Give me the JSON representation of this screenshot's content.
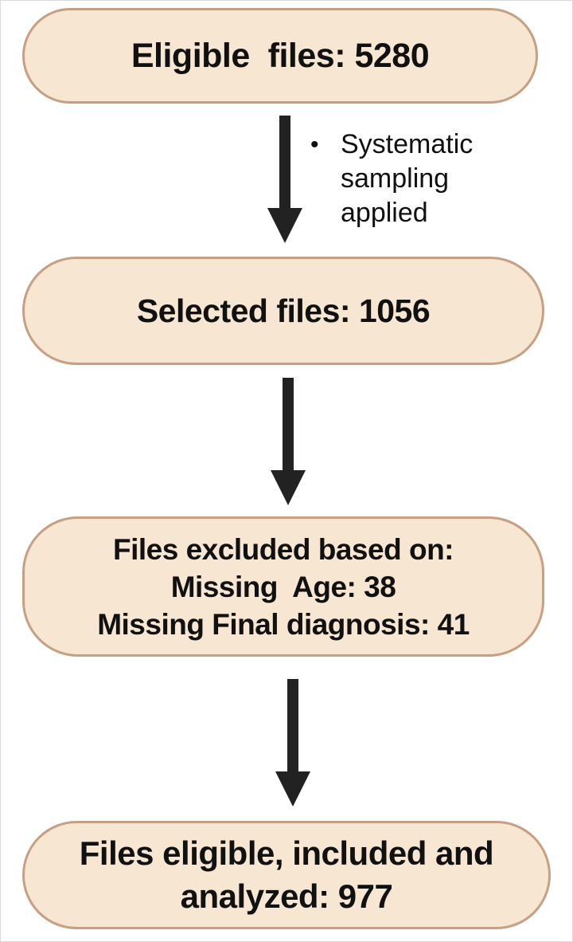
{
  "boxes": {
    "eligible": {
      "line1": "Eligible  files: 5280"
    },
    "selected": {
      "line1": "Selected files: 1056"
    },
    "excluded": {
      "line1": "Files excluded based on:",
      "line2": "Missing  Age: 38",
      "line3": "Missing Final diagnosis: 41"
    },
    "analyzed": {
      "line1": "Files eligible, included and",
      "line2": "analyzed: 977"
    }
  },
  "annotations": {
    "sampling": {
      "bullet": "•",
      "text": "Systematic\nsampling\napplied"
    }
  },
  "colors": {
    "box_fill": "#f6e6d2",
    "box_border": "#c79f83",
    "arrow": "#222222",
    "text": "#111111"
  }
}
